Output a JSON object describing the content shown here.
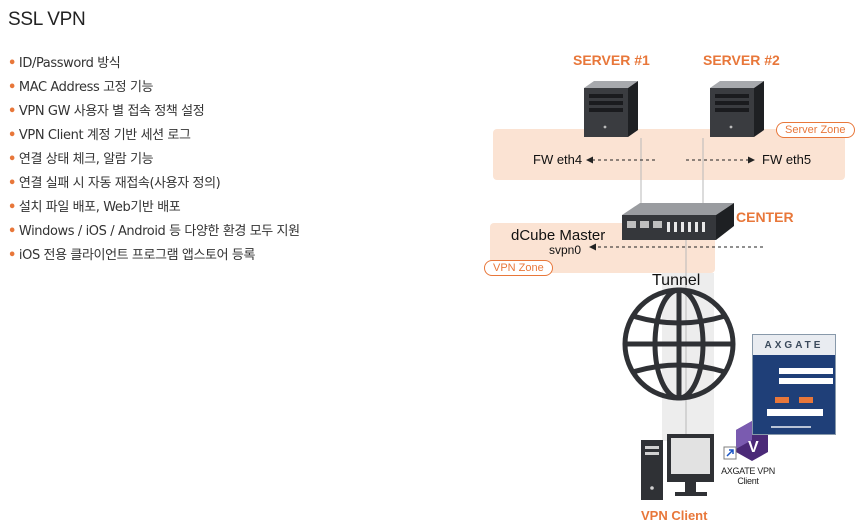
{
  "title": "SSL VPN",
  "features": [
    "ID/Password 방식",
    "MAC Address 고정 기능",
    "VPN GW 사용자 별 접속 정책 설정",
    "VPN Client 계정 기반 세션 로그",
    "연결 상태 체크, 알람 기능",
    "연결 실패 시 자동 재접속(사용자 정의)",
    "설치 파일 배포, Web기반 배포",
    "Windows / iOS / Android 등 다양한 환경 모두 지원",
    "iOS 전용 클라이언트 프로그램 앱스토어 등록"
  ],
  "bullet": "•",
  "diagram": {
    "server1": "SERVER #1",
    "server2": "SERVER #2",
    "server_zone": "Server Zone",
    "fw_eth4": "FW eth4",
    "fw_eth5": "FW eth5",
    "center": "CENTER",
    "dcube_master": "dCube Master",
    "svpn0": "svpn0",
    "vpn_zone": "VPN Zone",
    "tunnel": "Tunnel",
    "vpn_client": "VPN Client",
    "app_brand": "AXGATE",
    "shortcut_label": "AXGATE VPN Client"
  },
  "colors": {
    "accent": "#e8773a",
    "zone_fill": "#fbe3d3",
    "device_dark": "#2f3135",
    "client_window": "#1f3f78"
  },
  "icons": {
    "server": "server-icon",
    "firewall": "firewall-appliance-icon",
    "globe": "globe-icon",
    "desktop": "desktop-pc-icon",
    "shortcut": "vpn-shortcut-icon"
  }
}
